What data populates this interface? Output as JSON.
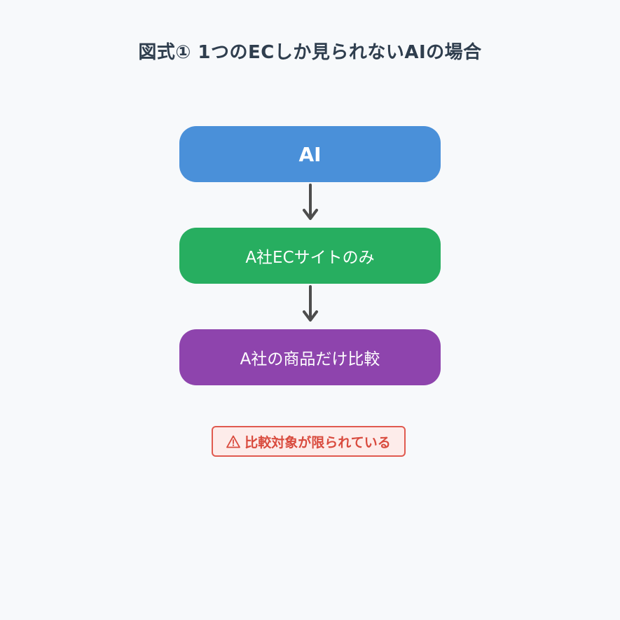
{
  "title": "図式① 1つのECしか見られないAIの場合",
  "nodes": [
    {
      "label": "AI",
      "color": "#4a90d9"
    },
    {
      "label": "A社ECサイトのみ",
      "color": "#27ae60"
    },
    {
      "label": "A社の商品だけ比較",
      "color": "#8e44ad"
    }
  ],
  "arrows": {
    "color": "#4d4d4d",
    "icon": "arrow-down-icon"
  },
  "warning": {
    "icon": "warning-icon",
    "text": "比較対象が限られている",
    "border_color": "#e05a4f",
    "background_color": "#fdecea",
    "text_color": "#d94b3e"
  }
}
